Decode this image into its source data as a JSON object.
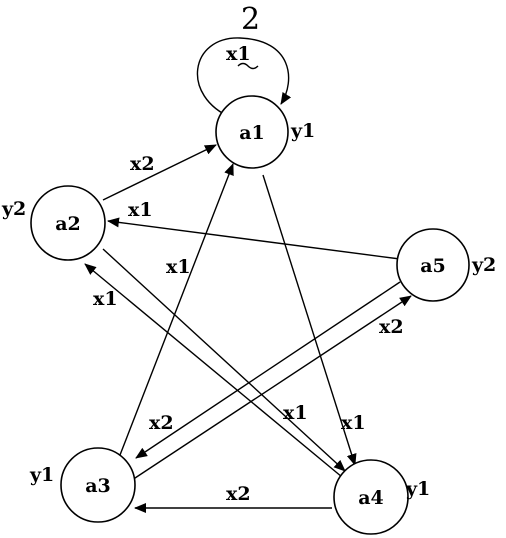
{
  "figure_number": "2",
  "nodes": [
    {
      "id": "a1",
      "label": "a1",
      "output": "y1"
    },
    {
      "id": "a2",
      "label": "a2",
      "output": "y2"
    },
    {
      "id": "a3",
      "label": "a3",
      "output": "y1"
    },
    {
      "id": "a4",
      "label": "a4",
      "output": "y1"
    },
    {
      "id": "a5",
      "label": "a5",
      "output": "y2"
    }
  ],
  "edges": [
    {
      "from": "a1",
      "to": "a1",
      "label": "x1"
    },
    {
      "from": "a2",
      "to": "a1",
      "label": "x2"
    },
    {
      "from": "a5",
      "to": "a2",
      "label": "x1"
    },
    {
      "from": "a3",
      "to": "a1",
      "label": "x1"
    },
    {
      "from": "a4",
      "to": "a2",
      "label": "x1"
    },
    {
      "from": "a2",
      "to": "a4",
      "label": "x1"
    },
    {
      "from": "a1",
      "to": "a4",
      "label": "x1"
    },
    {
      "from": "a5",
      "to": "a3",
      "label": "x2"
    },
    {
      "from": "a3",
      "to": "a5",
      "label": "x2"
    },
    {
      "from": "a4",
      "to": "a3",
      "label": "x2"
    }
  ]
}
